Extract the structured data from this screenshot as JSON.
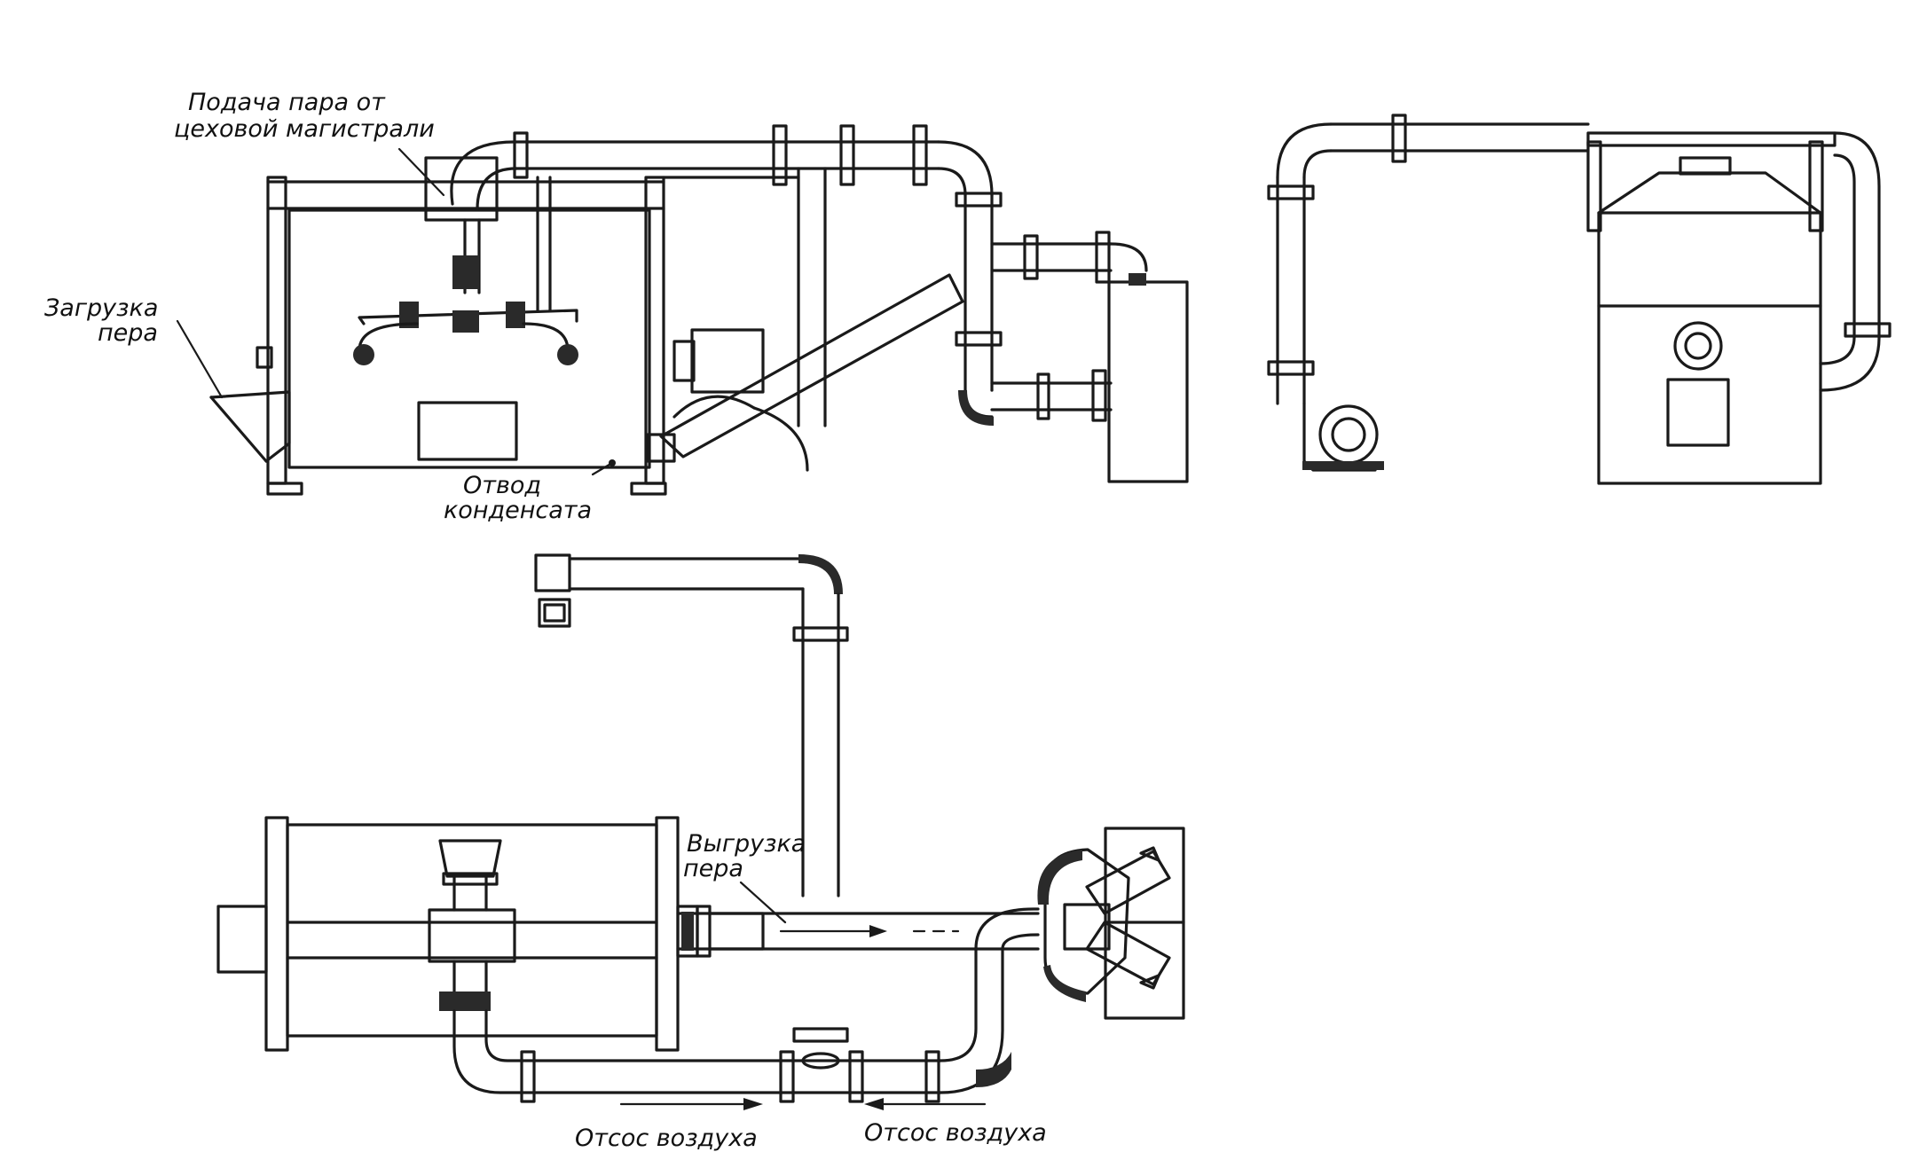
{
  "labels": {
    "steam_supply_line1": "Подача пара от",
    "steam_supply_line2": "цеховой магистрали",
    "feather_loading_line1": "Загрузка",
    "feather_loading_line2": "пера",
    "condensate_line1": "Отвод",
    "condensate_line2": "конденсата",
    "feather_unloading_line1": "Выгрузка",
    "feather_unloading_line2": "пера",
    "air_suction_left": "Отсос воздуха",
    "air_suction_right": "Отсос воздуха"
  },
  "colors": {
    "ink": "#1a1a1a",
    "paper": "#ffffff"
  }
}
